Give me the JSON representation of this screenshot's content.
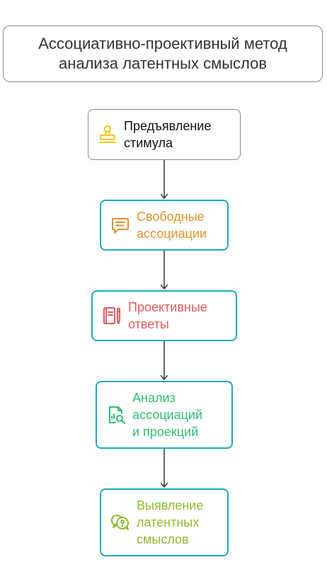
{
  "title": "Ассоциативно-проективный метод\nанализа латентных смыслов",
  "colors": {
    "title_border": "#8a8a8a",
    "arrow": "#333333",
    "stimulus": "#f2c811",
    "associations": "#e0922f",
    "projective": "#e05a5a",
    "analysis": "#2fbf71",
    "latent": "#8dbb2f",
    "teal_border": "#1ea7c4",
    "gray_border": "#8a8a8a"
  },
  "steps": [
    {
      "label": "Предъявление\nстимула",
      "icon": "stamp-icon"
    },
    {
      "label": "Свободные\nассоциации",
      "icon": "speech-bubble-icon"
    },
    {
      "label": "Проективные\nответы",
      "icon": "notebook-pencil-icon"
    },
    {
      "label": "Анализ\nассоциаций\nи проекций",
      "icon": "document-search-icon"
    },
    {
      "label": "Выявление\nлатентных\nсмыслов",
      "icon": "chat-bubbles-icon"
    }
  ]
}
